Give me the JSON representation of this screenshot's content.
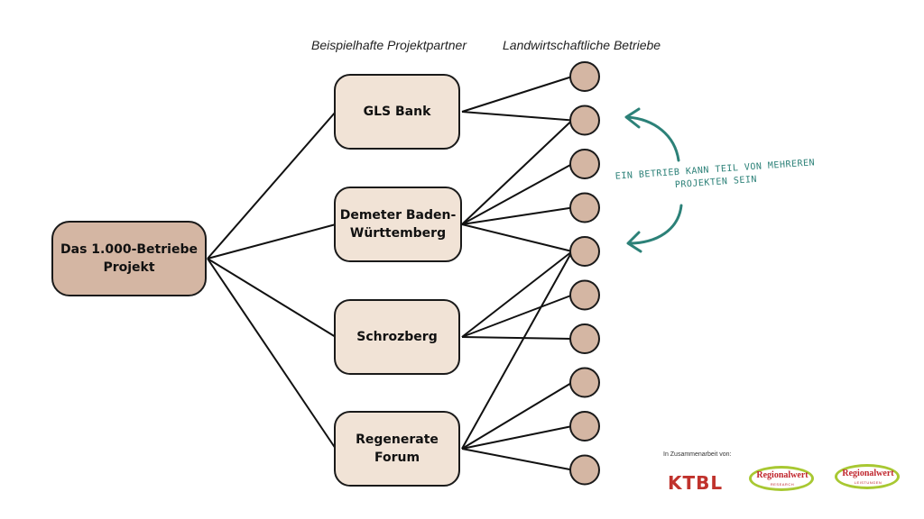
{
  "headers": {
    "partners": "Beispielhafte Projektpartner",
    "farms": "Landwirtschaftliche Betriebe"
  },
  "root": {
    "label": "Das 1.000-Betriebe Projekt"
  },
  "partners": [
    {
      "id": "gls",
      "label": "GLS Bank"
    },
    {
      "id": "demeter",
      "label": "Demeter Baden-Württemberg"
    },
    {
      "id": "schrozberg",
      "label": "Schrozberg"
    },
    {
      "id": "regenerate",
      "label": "Regenerate Forum"
    }
  ],
  "farm_count": 10,
  "connections": {
    "gls": [
      0,
      1
    ],
    "demeter": [
      1,
      2,
      3,
      4
    ],
    "schrozberg": [
      4,
      5,
      6
    ],
    "regenerate": [
      4,
      7,
      8,
      9
    ]
  },
  "note": "Ein Betrieb kann Teil von mehreren Projekten sein",
  "colors": {
    "root_fill": "#d4b6a3",
    "partner_fill": "#f1e3d6",
    "farm_fill": "#d4b6a3",
    "line": "#111111",
    "note": "#2c8178"
  },
  "credits": {
    "label": "In Zusammenarbeit von:",
    "ktbl_main": "KTBL",
    "rw1_name": "Regionalwert",
    "rw1_sub": "RESEARCH",
    "rw2_name": "Regionalwert",
    "rw2_sub": "LEISTUNGEN"
  }
}
